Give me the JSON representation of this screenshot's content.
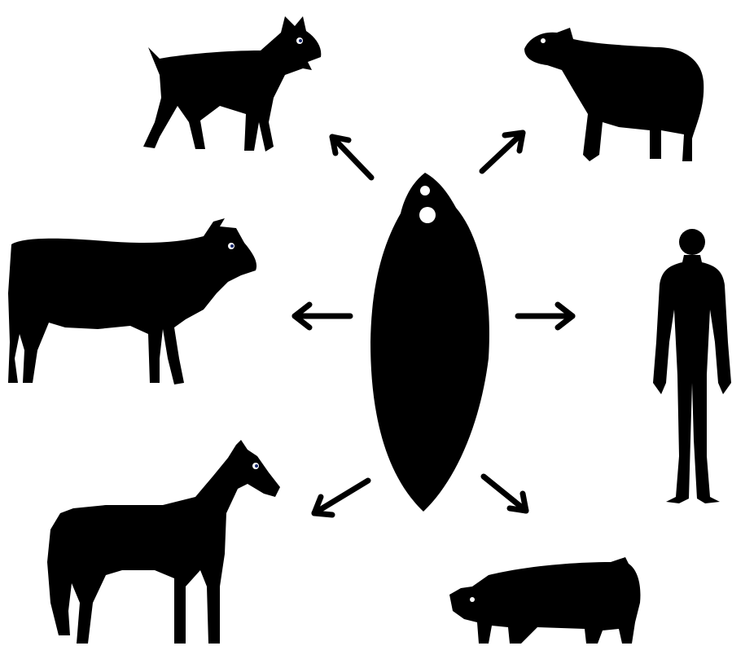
{
  "diagram": {
    "center": {
      "name": "liver-fluke",
      "icon": "liver-fluke-icon"
    },
    "hosts": [
      {
        "name": "goat",
        "icon": "goat-icon"
      },
      {
        "name": "sheep",
        "icon": "sheep-icon"
      },
      {
        "name": "cow",
        "icon": "cow-icon"
      },
      {
        "name": "human",
        "icon": "human-icon"
      },
      {
        "name": "horse",
        "icon": "horse-icon"
      },
      {
        "name": "pig",
        "icon": "pig-icon"
      }
    ],
    "colors": {
      "silhouette": "#000000",
      "background": "#ffffff",
      "eye": "#ffffff"
    }
  }
}
